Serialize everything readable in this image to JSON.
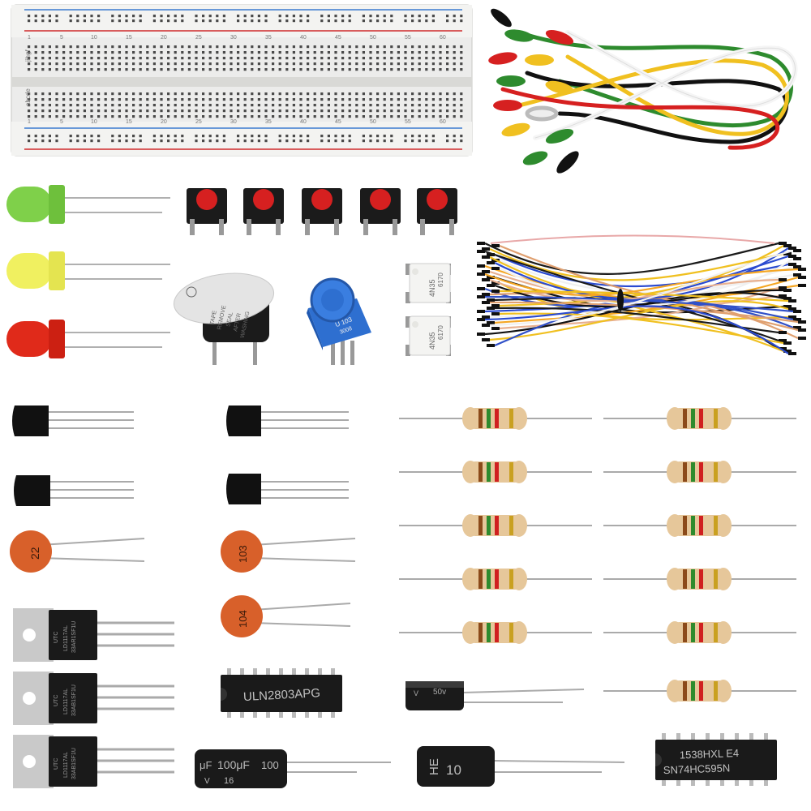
{
  "breadboard": {
    "column_numbers_top": [
      "1",
      "5",
      "10",
      "15",
      "20",
      "25",
      "30",
      "35",
      "40",
      "45",
      "50",
      "55",
      "60"
    ],
    "column_numbers_bottom": [
      "1",
      "5",
      "10",
      "15",
      "20",
      "25",
      "30",
      "35",
      "40",
      "45",
      "50",
      "55",
      "60"
    ],
    "row_letters_top": "jihgf",
    "row_letters_bottom": "abcde"
  },
  "buzzer": {
    "label_lines": [
      "TAPE",
      "REMOVE",
      "SEAL",
      "AFTER",
      "WASHING"
    ]
  },
  "potentiometer": {
    "label": "U 103",
    "code": "3008"
  },
  "optocouplers": [
    {
      "part": "4N35",
      "code": "6170"
    },
    {
      "part": "4N35",
      "code": "6170"
    }
  ],
  "ceramic_capacitors": [
    "22",
    "103",
    "104"
  ],
  "regulators": [
    {
      "brand": "UTC",
      "part": "LD1117AL",
      "code": "33AR1SF1U"
    },
    {
      "brand": "UTC",
      "part": "LD1117AL",
      "code": "33AB1SF1U"
    },
    {
      "brand": "UTC",
      "part": "LD1117AL",
      "code": "33AB1SF1U"
    }
  ],
  "darlington_ic": {
    "label": "ULN2803APG"
  },
  "shift_register_ic": {
    "line1": "1538HXL E4",
    "line2": "SN74HC595N"
  },
  "electrolytic_caps": [
    {
      "value": "50v",
      "prefix": "V"
    },
    {
      "value": "100μF",
      "prefix": "μF",
      "voltage": "16",
      "voltage2": "100",
      "v": "V"
    },
    {
      "value": "10",
      "prefix": "HE"
    }
  ],
  "colors": {
    "led_green": "#7fd04a",
    "led_yellow": "#f0f060",
    "led_red": "#e02a1a",
    "button_cap": "#d62020",
    "pot_blue": "#2e6fd0",
    "cap_orange": "#d8602a",
    "resistor_body": "#e6c79a"
  }
}
